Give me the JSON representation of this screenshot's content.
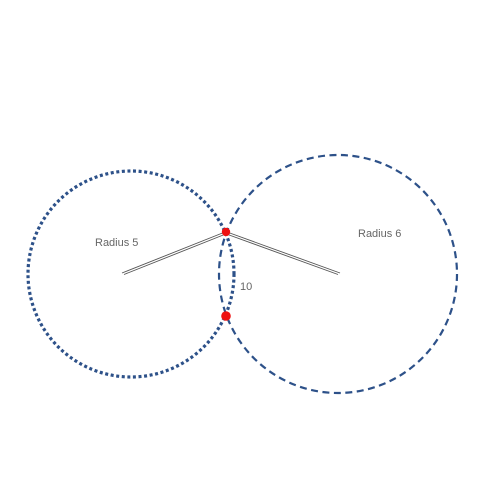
{
  "diagram": {
    "labels": {
      "left_circle": "Radius 5",
      "right_circle": "Radius 6",
      "center_distance": "10"
    },
    "colors": {
      "circle_stroke": "#2d5189",
      "segment_stroke": "#555555",
      "intersection_fill": "#ee1111"
    }
  }
}
